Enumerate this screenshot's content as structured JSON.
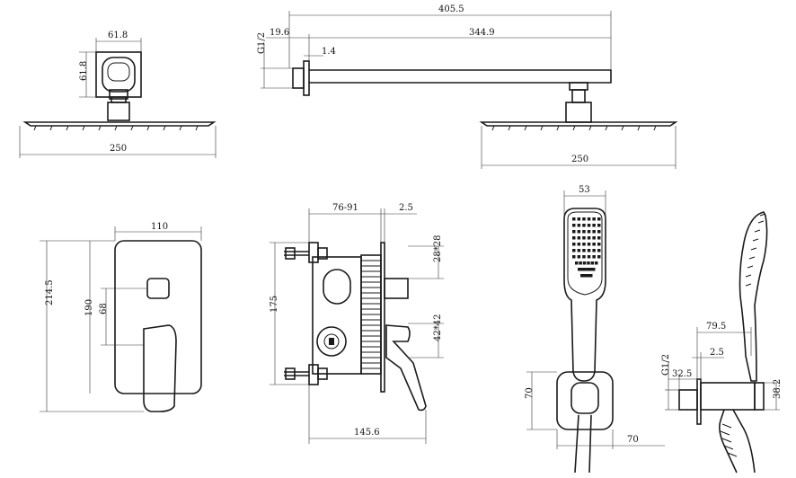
{
  "labels": {
    "head_side": "61.8",
    "head_top": "61.8",
    "head_width_left": "250",
    "arm_total": "405.5",
    "arm_length": "344.9",
    "flange_offset": "19.6",
    "flange_thickness": "1.4",
    "thread_arm": "G1/2",
    "head_width_right": "250",
    "plate_width": "110",
    "plate_height": "214.5",
    "plate_inner": "190",
    "knob_offset": "68",
    "box_depth": "76-91",
    "box_gap": "2.5",
    "box_height": "175",
    "knob_small": "28*28",
    "lever_size": "42*42",
    "box_width": "145.6",
    "hand_width": "53",
    "holder_height": "70",
    "holder_width": "70",
    "outlet_reach": "79.5",
    "outlet_gap": "2.5",
    "outlet_pipe": "32.5",
    "outlet_height": "38.2",
    "thread_outlet": "G1/2"
  }
}
